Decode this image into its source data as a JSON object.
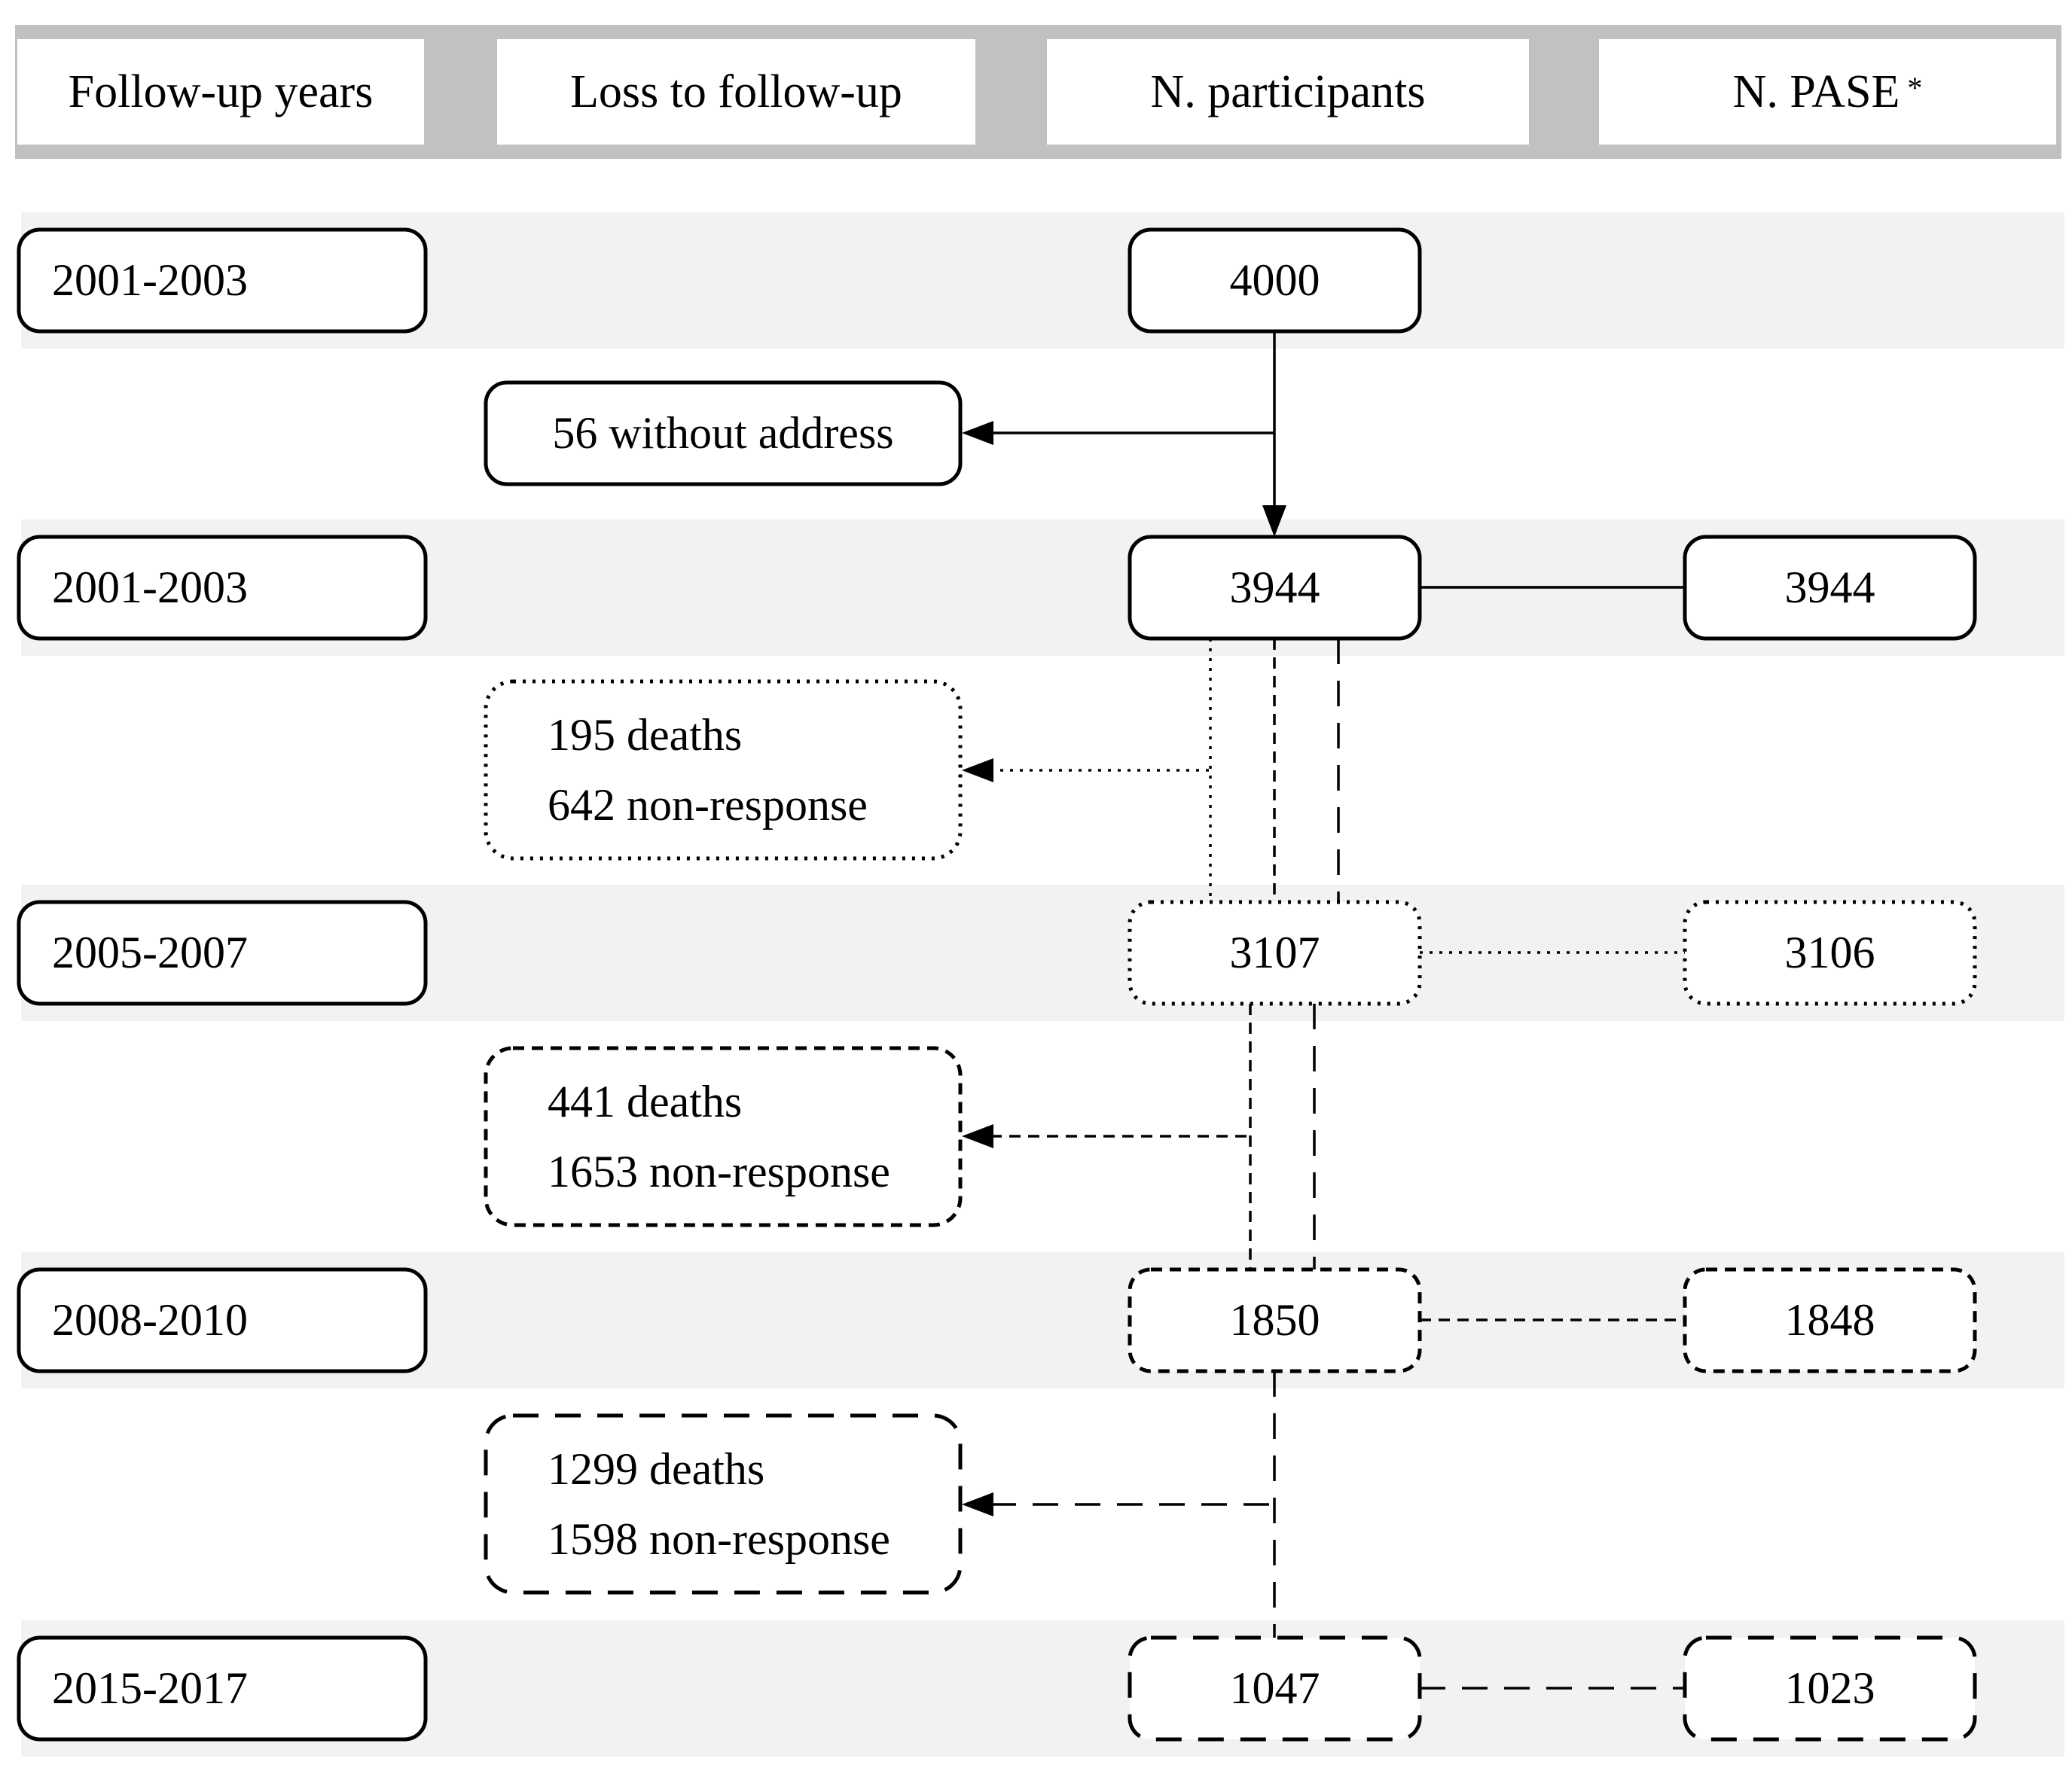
{
  "header": {
    "columns": [
      {
        "label": "Follow-up years"
      },
      {
        "label": "Loss to follow-up"
      },
      {
        "label": "N. participants"
      },
      {
        "label": "N. PASE",
        "sup": "*"
      }
    ]
  },
  "rows": [
    {
      "years": "2001-2003",
      "participants": "4000",
      "pase": null
    },
    {
      "years": "2001-2003",
      "participants": "3944",
      "pase": "3944"
    },
    {
      "years": "2005-2007",
      "participants": "3107",
      "pase": "3106"
    },
    {
      "years": "2008-2010",
      "participants": "1850",
      "pase": "1848"
    },
    {
      "years": "2015-2017",
      "participants": "1047",
      "pase": "1023"
    }
  ],
  "losses": [
    {
      "lines": [
        "56 without address"
      ]
    },
    {
      "lines": [
        "195 deaths",
        "642 non-response"
      ]
    },
    {
      "lines": [
        "441 deaths",
        "1653 non-response"
      ]
    },
    {
      "lines": [
        "1299 deaths",
        "1598 non-response"
      ]
    }
  ],
  "colors": {
    "header_bar": "#c1c1c1",
    "row_band": "#f2f2f2",
    "line": "#000000",
    "box_fill": "#ffffff",
    "text": "#000000"
  }
}
